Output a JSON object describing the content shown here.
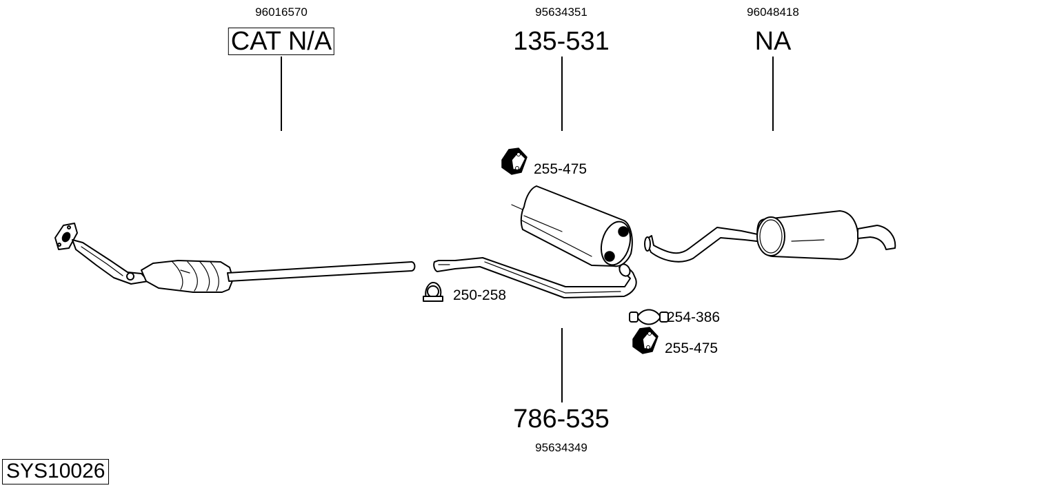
{
  "diagram": {
    "system_id": "SYS10026",
    "parts": [
      {
        "id": "catalyst",
        "oem_number": "96016570",
        "part_number": "CAT N/A",
        "boxed": true
      },
      {
        "id": "center-silencer",
        "oem_number": "95634351",
        "part_number": "135-531",
        "boxed": false
      },
      {
        "id": "rear-silencer",
        "oem_number": "96048418",
        "part_number": "NA",
        "boxed": false
      },
      {
        "id": "intermediate-pipe",
        "oem_number": "95634349",
        "part_number": "786-535",
        "boxed": false
      }
    ],
    "accessories": [
      {
        "id": "rubber-mount-top",
        "icon": "rubber-mount-icon",
        "part_number": "255-475"
      },
      {
        "id": "clamp-250",
        "icon": "pipe-clamp-icon",
        "part_number": "250-258"
      },
      {
        "id": "clamp-254",
        "icon": "flange-clamp-icon",
        "part_number": "254-386"
      },
      {
        "id": "rubber-mount-bottom",
        "icon": "rubber-mount-icon",
        "part_number": "255-475"
      }
    ]
  }
}
